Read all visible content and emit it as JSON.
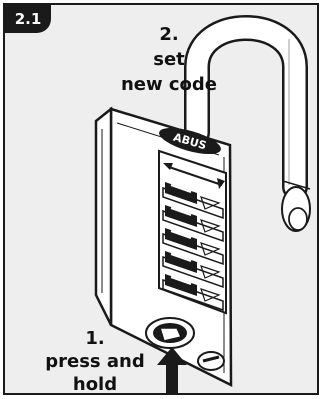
{
  "figure": {
    "badge": "2.1",
    "steps": [
      {
        "number": "2.",
        "line1": "set",
        "line2": "new code"
      },
      {
        "number": "1.",
        "line1": "press and",
        "line2": "hold"
      }
    ],
    "brand": "ABUS",
    "colors": {
      "background": "#eeeeee",
      "ink": "#1a1a1a",
      "lock_body": "#ffffff"
    },
    "icons": [
      "shackle",
      "padlock-body",
      "combination-dials",
      "rotate-arrows",
      "reset-button",
      "push-arrow"
    ]
  }
}
